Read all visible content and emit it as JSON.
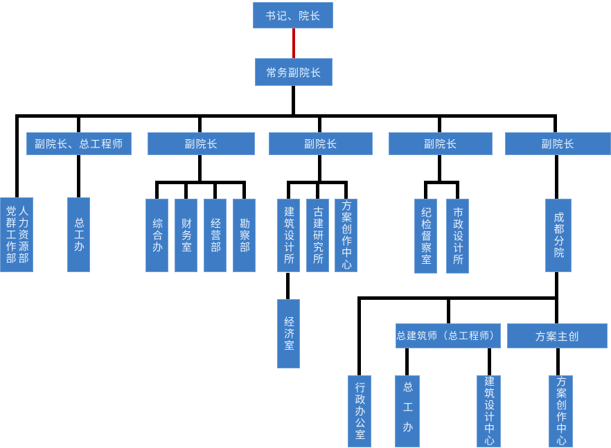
{
  "colors": {
    "box_fill": "#3E7DC6",
    "box_border": "#6FA0D8",
    "box_text": "#E9F1FB",
    "line": "#000000",
    "accent_red": "#C00000",
    "background": "#FFFFFF"
  },
  "org": {
    "secretary_president": "书记、院长",
    "executive_vice_president": "常务副院长",
    "vp_chief_engineer": "副院长、总工程师",
    "vp_2": "副院长",
    "vp_3": "副院长",
    "vp_4": "副院长",
    "vp_5": "副院长",
    "party_mass_work_dept": "党群工作部",
    "human_resources_dept": "人力资源部",
    "chief_engineer_office": "总工办",
    "general_affairs_office": "综合办",
    "finance_office": "财务室",
    "business_dept": "经营部",
    "survey_dept": "勘察部",
    "architectural_design_institute": "建筑设计所",
    "ancient_architecture_research_institute": "古建研究所",
    "scheme_creation_center": "方案创作中心",
    "economics_office": "经济室",
    "discipline_inspection_office": "纪检督察室",
    "municipal_design_institute": "市政设计所",
    "chengdu_branch": "成都分院",
    "chief_architect": "总建筑师（总工程师）",
    "scheme_lead": "方案主创",
    "administrative_office": "行政办公室",
    "chengdu_chief_engineer_office": "总工办",
    "architectural_design_center": "建筑设计中心",
    "chengdu_scheme_creation_center": "方案创作中心"
  }
}
